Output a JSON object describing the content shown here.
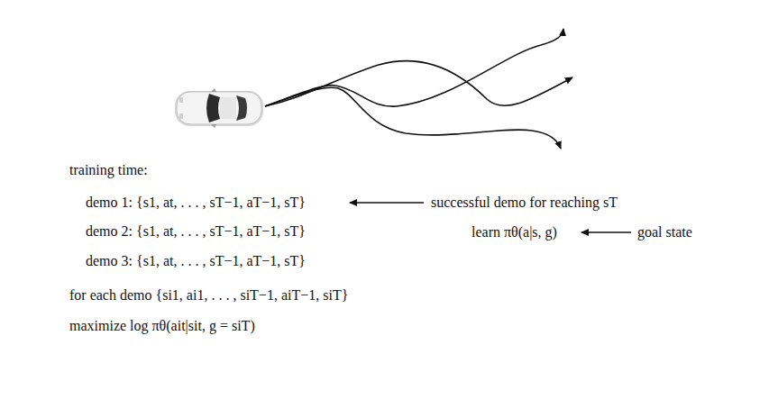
{
  "diagram": {
    "labels": [
      "training time:",
      "demo 1: {s1, at, . . . , sT−1, aT−1, sT}",
      "successful demo for reaching sT",
      "demo 2: {s1, at, . . . , sT−1, aT−1, sT}",
      "learn πθ(a|s, g)",
      "goal state",
      "demo 3: {s1, at, . . . , sT−1, aT−1, sT}",
      "for each demo {si1, ai1, . . . , siT−1, aiT−1, siT}",
      "maximize log πθ(ait|sit, g = siT)"
    ]
  }
}
